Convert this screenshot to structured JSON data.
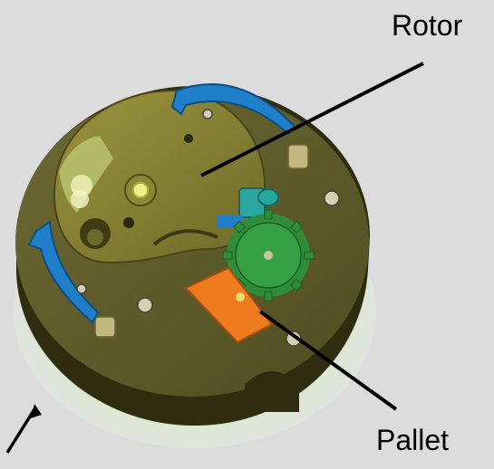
{
  "labels": {
    "rotor": "Rotor",
    "pallet": "Pallet"
  },
  "colors": {
    "background": "#d6d6d6",
    "plate": "#5e5b2a",
    "plate_side": "#3a3716",
    "rotor": "#8a8535",
    "springs": "#1f7fc8",
    "gear": "#2e8c3a",
    "pallet": "#f07a1e",
    "pinion": "#2aa7a0",
    "base_glow": "#b8e0a0",
    "pointer": "#000000"
  },
  "icons": [
    "rotor-part",
    "pallet-part",
    "gear-wheel",
    "blue-spring-arm",
    "screw-head"
  ]
}
